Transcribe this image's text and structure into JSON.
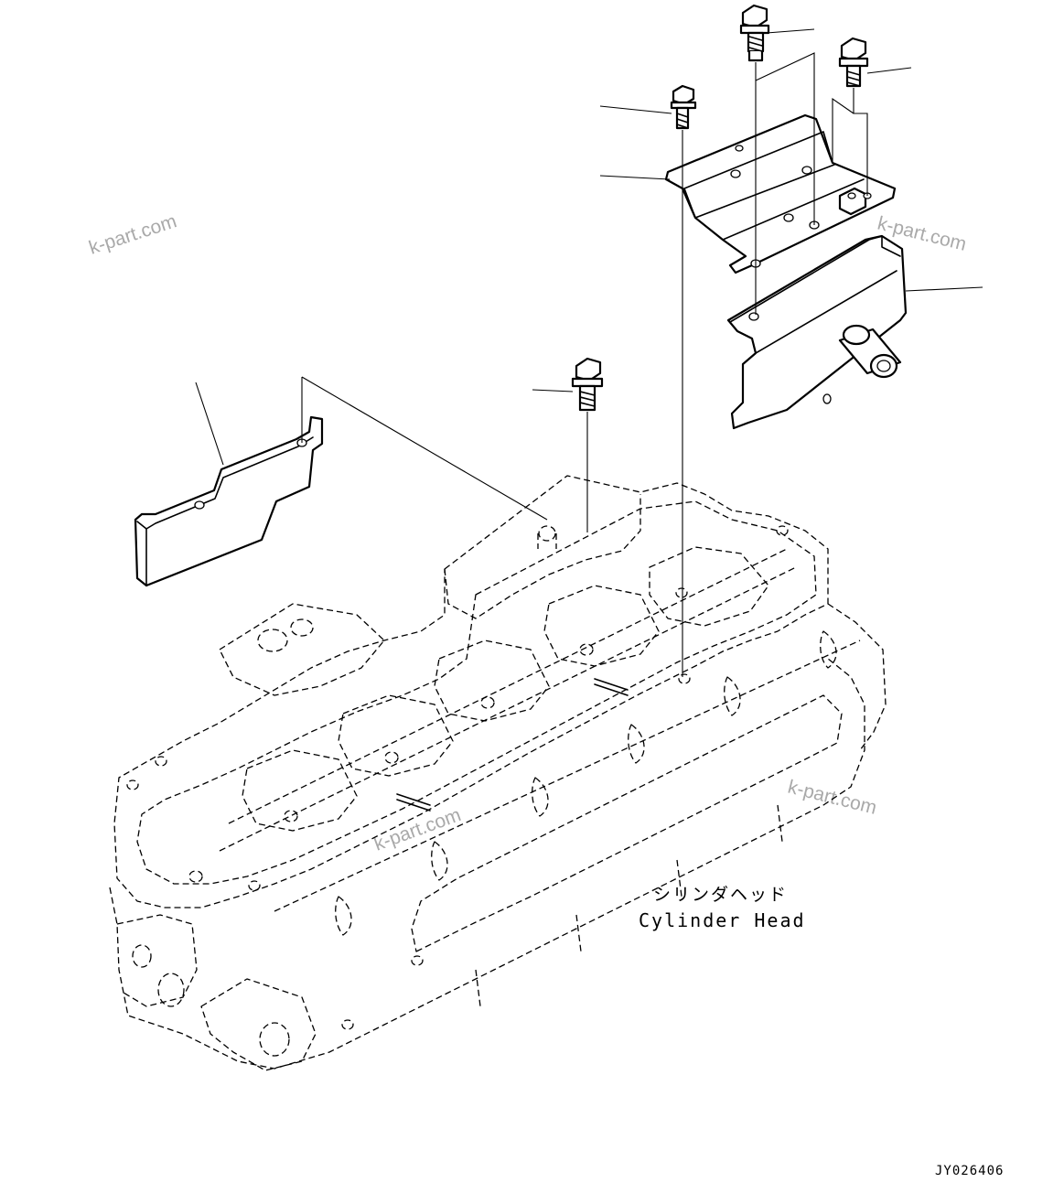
{
  "labels": {
    "cylinder_head_jp": "シリンダヘッド",
    "cylinder_head_en": "Cylinder Head"
  },
  "drawing_code": "JY026406",
  "watermarks": [
    "k-part.com",
    "k-part.com",
    "k-part.com",
    "k-part.com"
  ],
  "colors": {
    "line": "#000000",
    "watermark": "#a9a9a9",
    "background": "#ffffff"
  }
}
